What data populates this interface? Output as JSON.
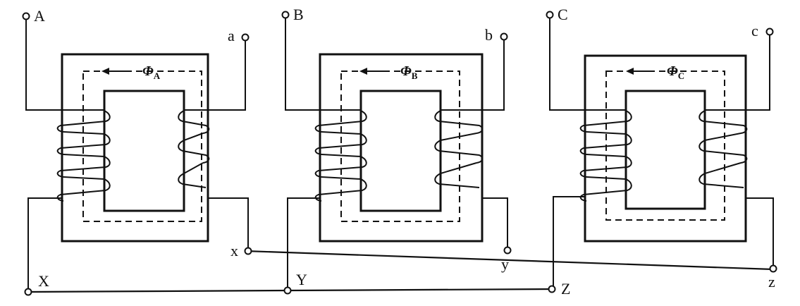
{
  "diagram": {
    "units": [
      {
        "id": "A",
        "primary_start": "A",
        "secondary_start": "a",
        "primary_end": "X",
        "secondary_end": "x",
        "flux_symbol": "Φ",
        "flux_subscript": "A"
      },
      {
        "id": "B",
        "primary_start": "B",
        "secondary_start": "b",
        "primary_end": "Y",
        "secondary_end": "y",
        "flux_symbol": "Φ",
        "flux_subscript": "B"
      },
      {
        "id": "C",
        "primary_start": "C",
        "secondary_start": "c",
        "primary_end": "Z",
        "secondary_end": "z",
        "flux_symbol": "Φ",
        "flux_subscript": "C"
      }
    ]
  },
  "colors": {
    "ink": "#111111",
    "background": "#ffffff"
  }
}
